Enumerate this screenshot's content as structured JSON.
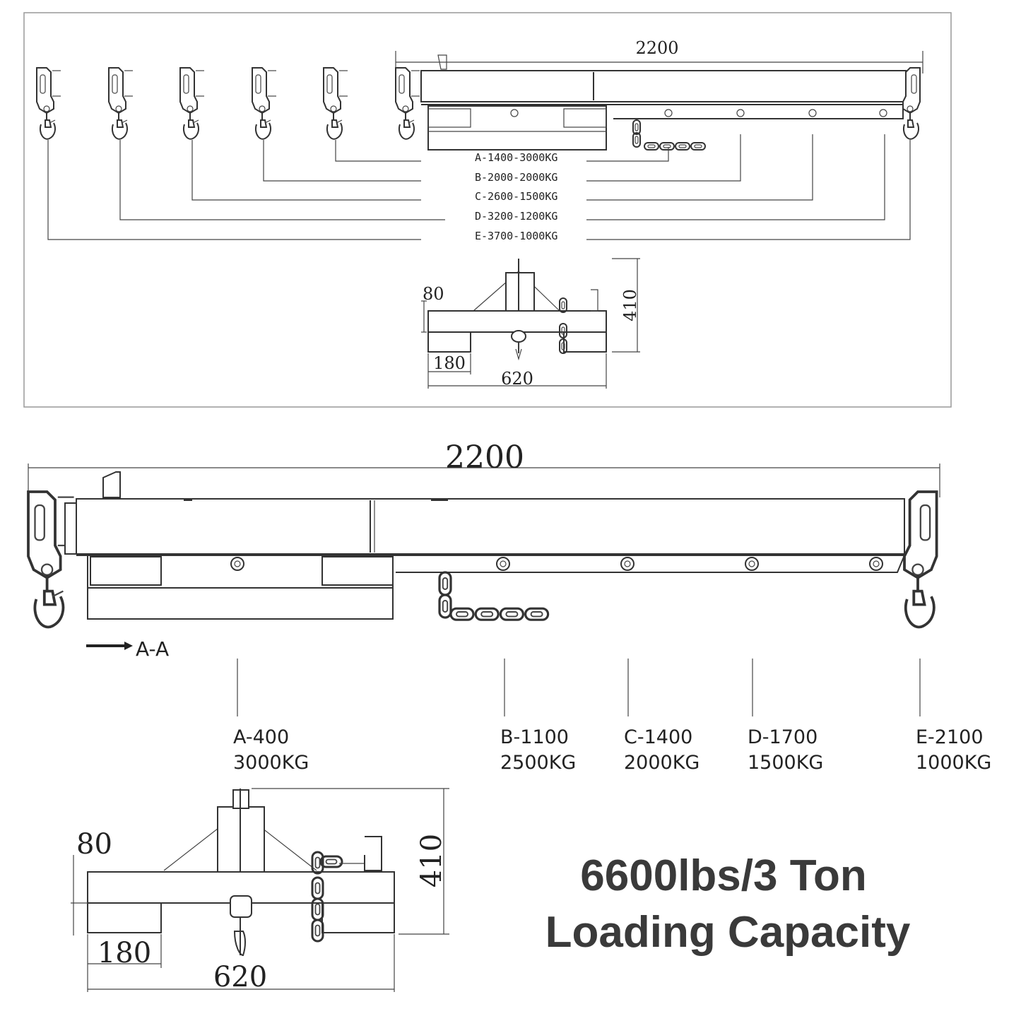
{
  "top_panel": {
    "overall_length": "2200",
    "load_table": [
      "A-1400-3000KG",
      "B-2000-2000KG",
      "C-2600-1500KG",
      "D-3200-1200KG",
      "E-3700-1000KG"
    ],
    "section": {
      "height": "410",
      "beam_height": "80",
      "pocket_width": "180",
      "width": "620"
    }
  },
  "bottom_panel": {
    "overall_length": "2200",
    "section_marker": "A-A",
    "positions": [
      {
        "position": "A-400",
        "capacity": "3000KG"
      },
      {
        "position": "B-1100",
        "capacity": "2500KG"
      },
      {
        "position": "C-1400",
        "capacity": "2000KG"
      },
      {
        "position": "D-1700",
        "capacity": "1500KG"
      },
      {
        "position": "E-2100",
        "capacity": "1000KG"
      }
    ],
    "section": {
      "height": "410",
      "beam_height": "80",
      "pocket_width": "180",
      "width": "620"
    }
  },
  "headline": {
    "line1": "6600lbs/3 Ton",
    "line2": "Loading Capacity"
  },
  "colors": {
    "line": "#333333",
    "headline": "#3a3a3a"
  }
}
